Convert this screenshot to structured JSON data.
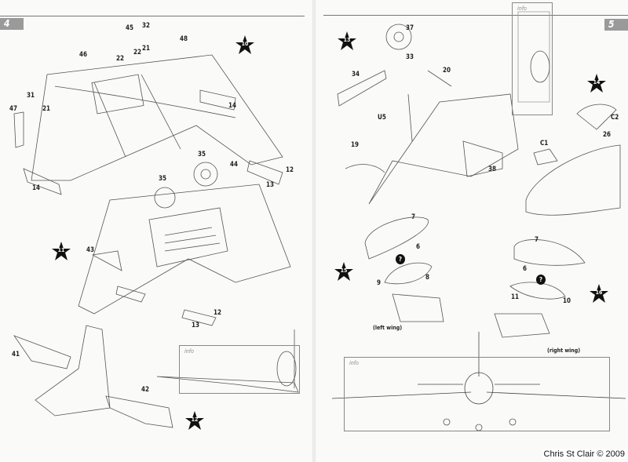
{
  "pages": [
    {
      "number": "4"
    },
    {
      "number": "5"
    }
  ],
  "steps": [
    "10",
    "11",
    "12",
    "13",
    "14",
    "15",
    "16"
  ],
  "info_label": "info",
  "parts_left": [
    "45",
    "46",
    "22",
    "22",
    "32",
    "21",
    "48",
    "31",
    "47",
    "21",
    "14",
    "14",
    "35",
    "44",
    "12",
    "13",
    "35",
    "43",
    "12",
    "13",
    "41",
    "42"
  ],
  "parts_right": [
    "37",
    "33",
    "20",
    "34",
    "U5",
    "19",
    "38",
    "C2",
    "26",
    "C1",
    "7",
    "6",
    "9",
    "8",
    "7",
    "6",
    "11",
    "10"
  ],
  "captions": {
    "left_wing": "(left wing)",
    "right_wing": "(right wing)"
  },
  "optional_marker": "?",
  "watermark": "Chris St Clair © 2009",
  "colors": {
    "ink": "#222222",
    "page_tab": "#9a9a9a",
    "paper": "#fafaf9"
  }
}
